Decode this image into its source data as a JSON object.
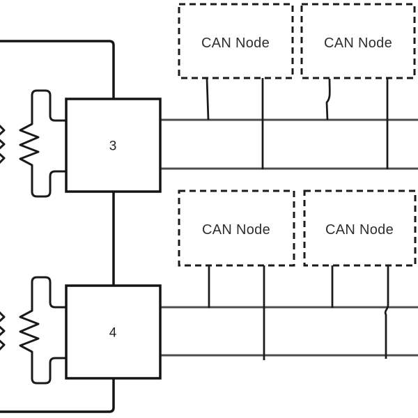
{
  "diagram": {
    "can_nodes": [
      {
        "label": "CAN Node"
      },
      {
        "label": "CAN Node"
      },
      {
        "label": "CAN Node"
      },
      {
        "label": "CAN Node"
      }
    ],
    "controllers": [
      {
        "label": "3"
      },
      {
        "label": "4"
      }
    ],
    "colors": {
      "line": "#141414",
      "bus": "#4d4d4d",
      "text": "#2e2e2e",
      "background": "#ffffff"
    }
  }
}
